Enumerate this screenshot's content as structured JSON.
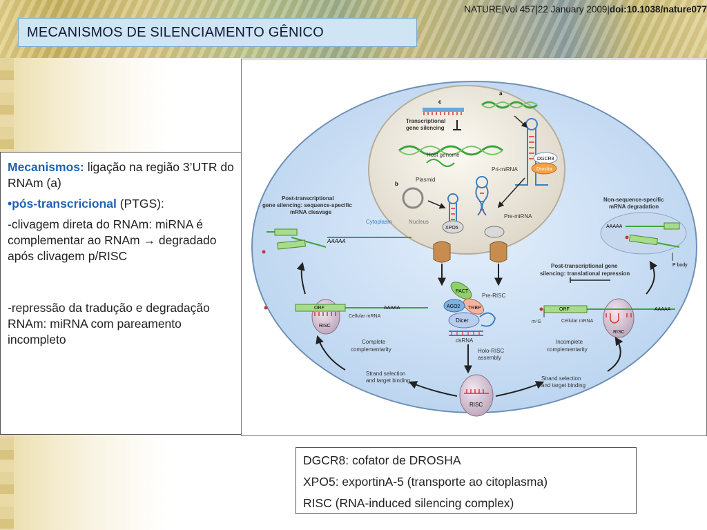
{
  "header": {
    "citation_prefix": "NATURE|Vol 457|22 January 2009|",
    "citation_doi": "doi:10.1038/nature077",
    "title": "MECANISMOS DE SILENCIAMENTO GÊNICO"
  },
  "left_panel": {
    "p1_label": "Mecanismos:",
    "p1_text": " ligação na região 3’UTR do RNAm (a)",
    "p2_label": "•pós-transcricional",
    "p2_text": " (PTGS):",
    "p3_text_a": "-clivagem direta do RNAm: miRNA é complementar ao RNAm ",
    "p3_arrow": "→",
    "p3_text_b": " degradado após clivagem p/RISC",
    "p4_text": "-repressão da tradução e degradação RNAm: miRNA com pareamento incompleto"
  },
  "legend": {
    "line1": "DGCR8: cofator de DROSHA",
    "line2": "XPO5: exportinA-5 (transporte ao citoplasma)",
    "line3": "RISC (RNA-induced silencing complex)"
  },
  "diagram": {
    "label_a": "a",
    "label_b": "b",
    "label_c": "c",
    "transcriptional_1": "Transcriptional",
    "transcriptional_2": "gene silencing",
    "host_genome": "Host genome",
    "plasmid": "Plasmid",
    "dgcr8": "DGCR8",
    "drosha": "Drosha",
    "pri_mirna": "Pri-miRNA",
    "pre_mirna": "Pre-miRNA",
    "xpo5": "XPO5",
    "cytoplasm": "Cytoplasm",
    "nucleus": "Nucleus",
    "ptgs_left_1": "Post-transcriptional",
    "ptgs_left_2": "gene silencing: sequence-specific",
    "ptgs_left_3": "mRNA cleavage",
    "aaaaa": "AAAAA",
    "nonseq_1": "Non-sequence-specific",
    "nonseq_2": "mRNA degradation",
    "p_body": "P body",
    "ptgs_right_1": "Post-transcriptional gene",
    "ptgs_right_2": "silencing: translational repression",
    "pre_risc": "Pre-RISC",
    "pact": "PACT",
    "ago2": "AGO2",
    "trbp": "TRBP",
    "dicer": "Dicer",
    "dsrna": "dsRNA",
    "orf": "ORF",
    "risc": "RISC",
    "cellular_mrna": "Cellular mRNA",
    "m7g": "m⁷G",
    "complete_1": "Complete",
    "complete_2": "complementarity",
    "incomplete_1": "Incomplete",
    "incomplete_2": "complementarity",
    "holo_1": "Holo-RISC",
    "holo_2": "assembly",
    "strand_1": "Strand selection",
    "strand_2": "and target binding"
  }
}
